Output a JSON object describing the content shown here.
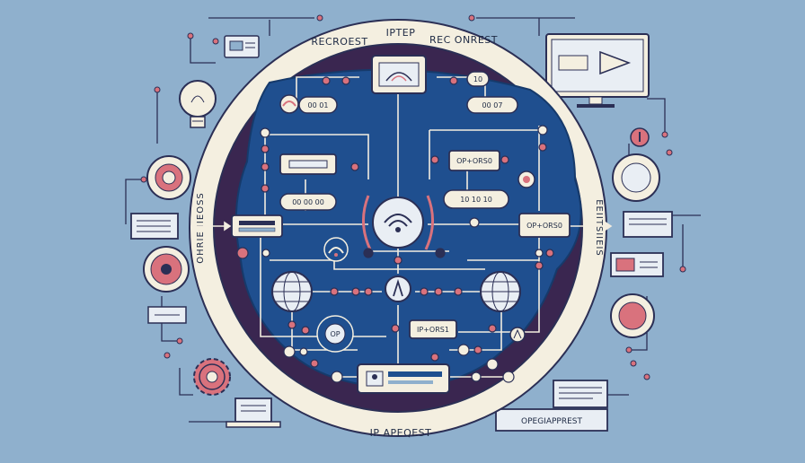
{
  "ring_labels": {
    "top_left": "RECROEST",
    "top_middle": "IPTEP",
    "top_right": "REC ONREST",
    "bottom": "IP APEQEST",
    "left": "OHRIE IIEOSS",
    "right": "EEIITSIIEIS"
  },
  "node_labels": {
    "top_left_pair": "00 01",
    "top_right_top": "10",
    "top_right_pair": "00 07",
    "left_row": "00 00 00",
    "right_row": "10 10 10",
    "right_box_upper": "OP+ORS0",
    "right_box_lower": "OP+ORS0",
    "center_bottom_box": "IP+ORS1",
    "bottom_circle": "OP",
    "bottom_right_badge": "OPEGIAPPREST"
  },
  "colors": {
    "background": "#8fb0cd",
    "ring": "#f4efe0",
    "outer_disc": "#3a2650",
    "inner_disc": "#1f4f8f",
    "wire": "#f3ede0",
    "accent": "#d9727d"
  }
}
